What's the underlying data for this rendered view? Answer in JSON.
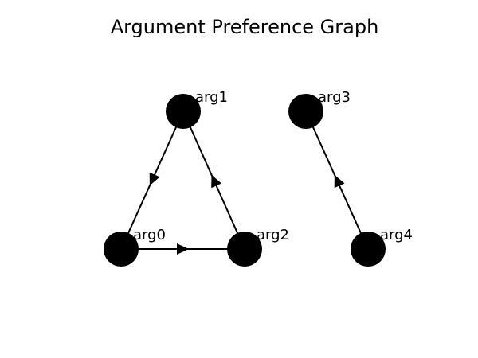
{
  "title": "Argument Preference Graph",
  "colors": {
    "node": "#000000",
    "edge": "#000000",
    "background": "#ffffff"
  },
  "nodes": [
    {
      "id": "arg0",
      "label": "arg0"
    },
    {
      "id": "arg1",
      "label": "arg1"
    },
    {
      "id": "arg2",
      "label": "arg2"
    },
    {
      "id": "arg3",
      "label": "arg3"
    },
    {
      "id": "arg4",
      "label": "arg4"
    }
  ],
  "edges": [
    {
      "from": "arg1",
      "to": "arg0"
    },
    {
      "from": "arg0",
      "to": "arg2"
    },
    {
      "from": "arg2",
      "to": "arg1"
    },
    {
      "from": "arg4",
      "to": "arg3"
    }
  ]
}
